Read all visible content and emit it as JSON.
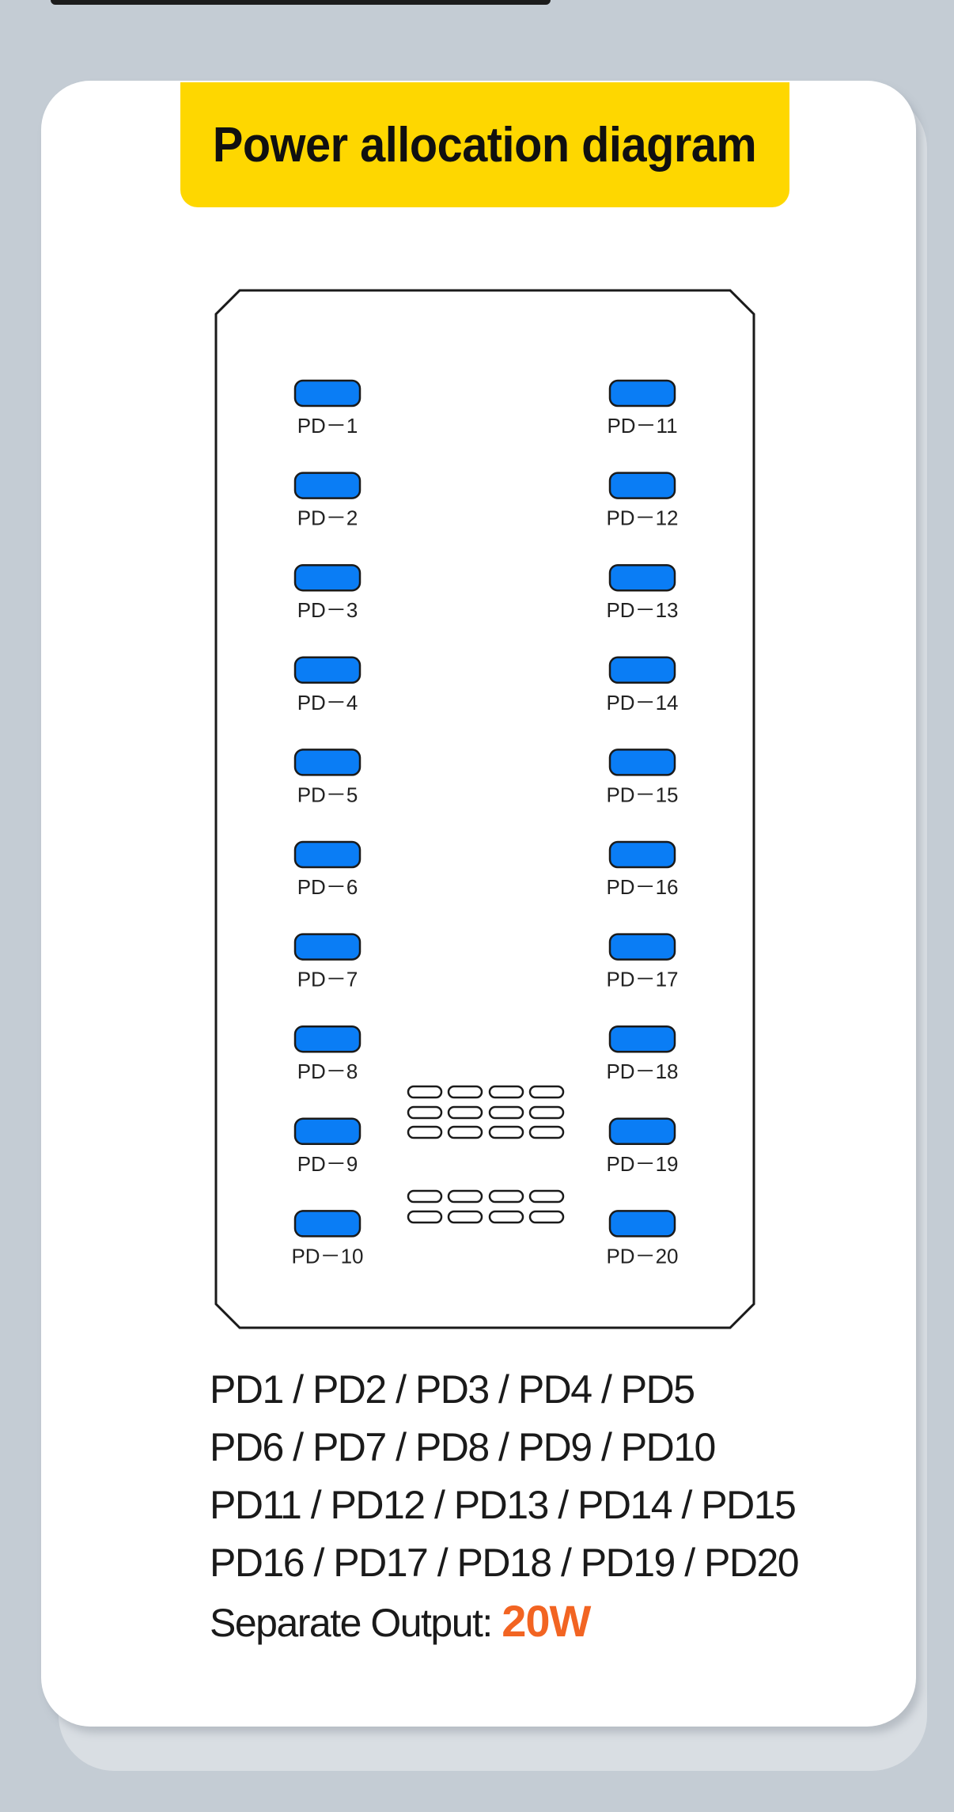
{
  "title": "Power allocation diagram",
  "ports_left": [
    "PD－1",
    "PD－2",
    "PD－3",
    "PD－4",
    "PD－5",
    "PD－6",
    "PD－7",
    "PD－8",
    "PD－9",
    "PD－10"
  ],
  "ports_right": [
    "PD－11",
    "PD－12",
    "PD－13",
    "PD－14",
    "PD－15",
    "PD－16",
    "PD－17",
    "PD－18",
    "PD－19",
    "PD－20"
  ],
  "groups": [
    "PD1 / PD2 / PD3 / PD4 / PD5",
    "PD6 / PD7 / PD8 / PD9 / PD10",
    "PD11 / PD12 / PD13 / PD14 / PD15",
    "PD16 / PD17 / PD18 / PD19 / PD20"
  ],
  "output": {
    "label": "Separate Output: ",
    "value": "20W"
  },
  "colors": {
    "banner": "#fed700",
    "port": "#0a7df5",
    "accent": "#f26422"
  },
  "icons": {
    "vent": "vent-slot-icon",
    "port": "usb-c-port-icon"
  }
}
